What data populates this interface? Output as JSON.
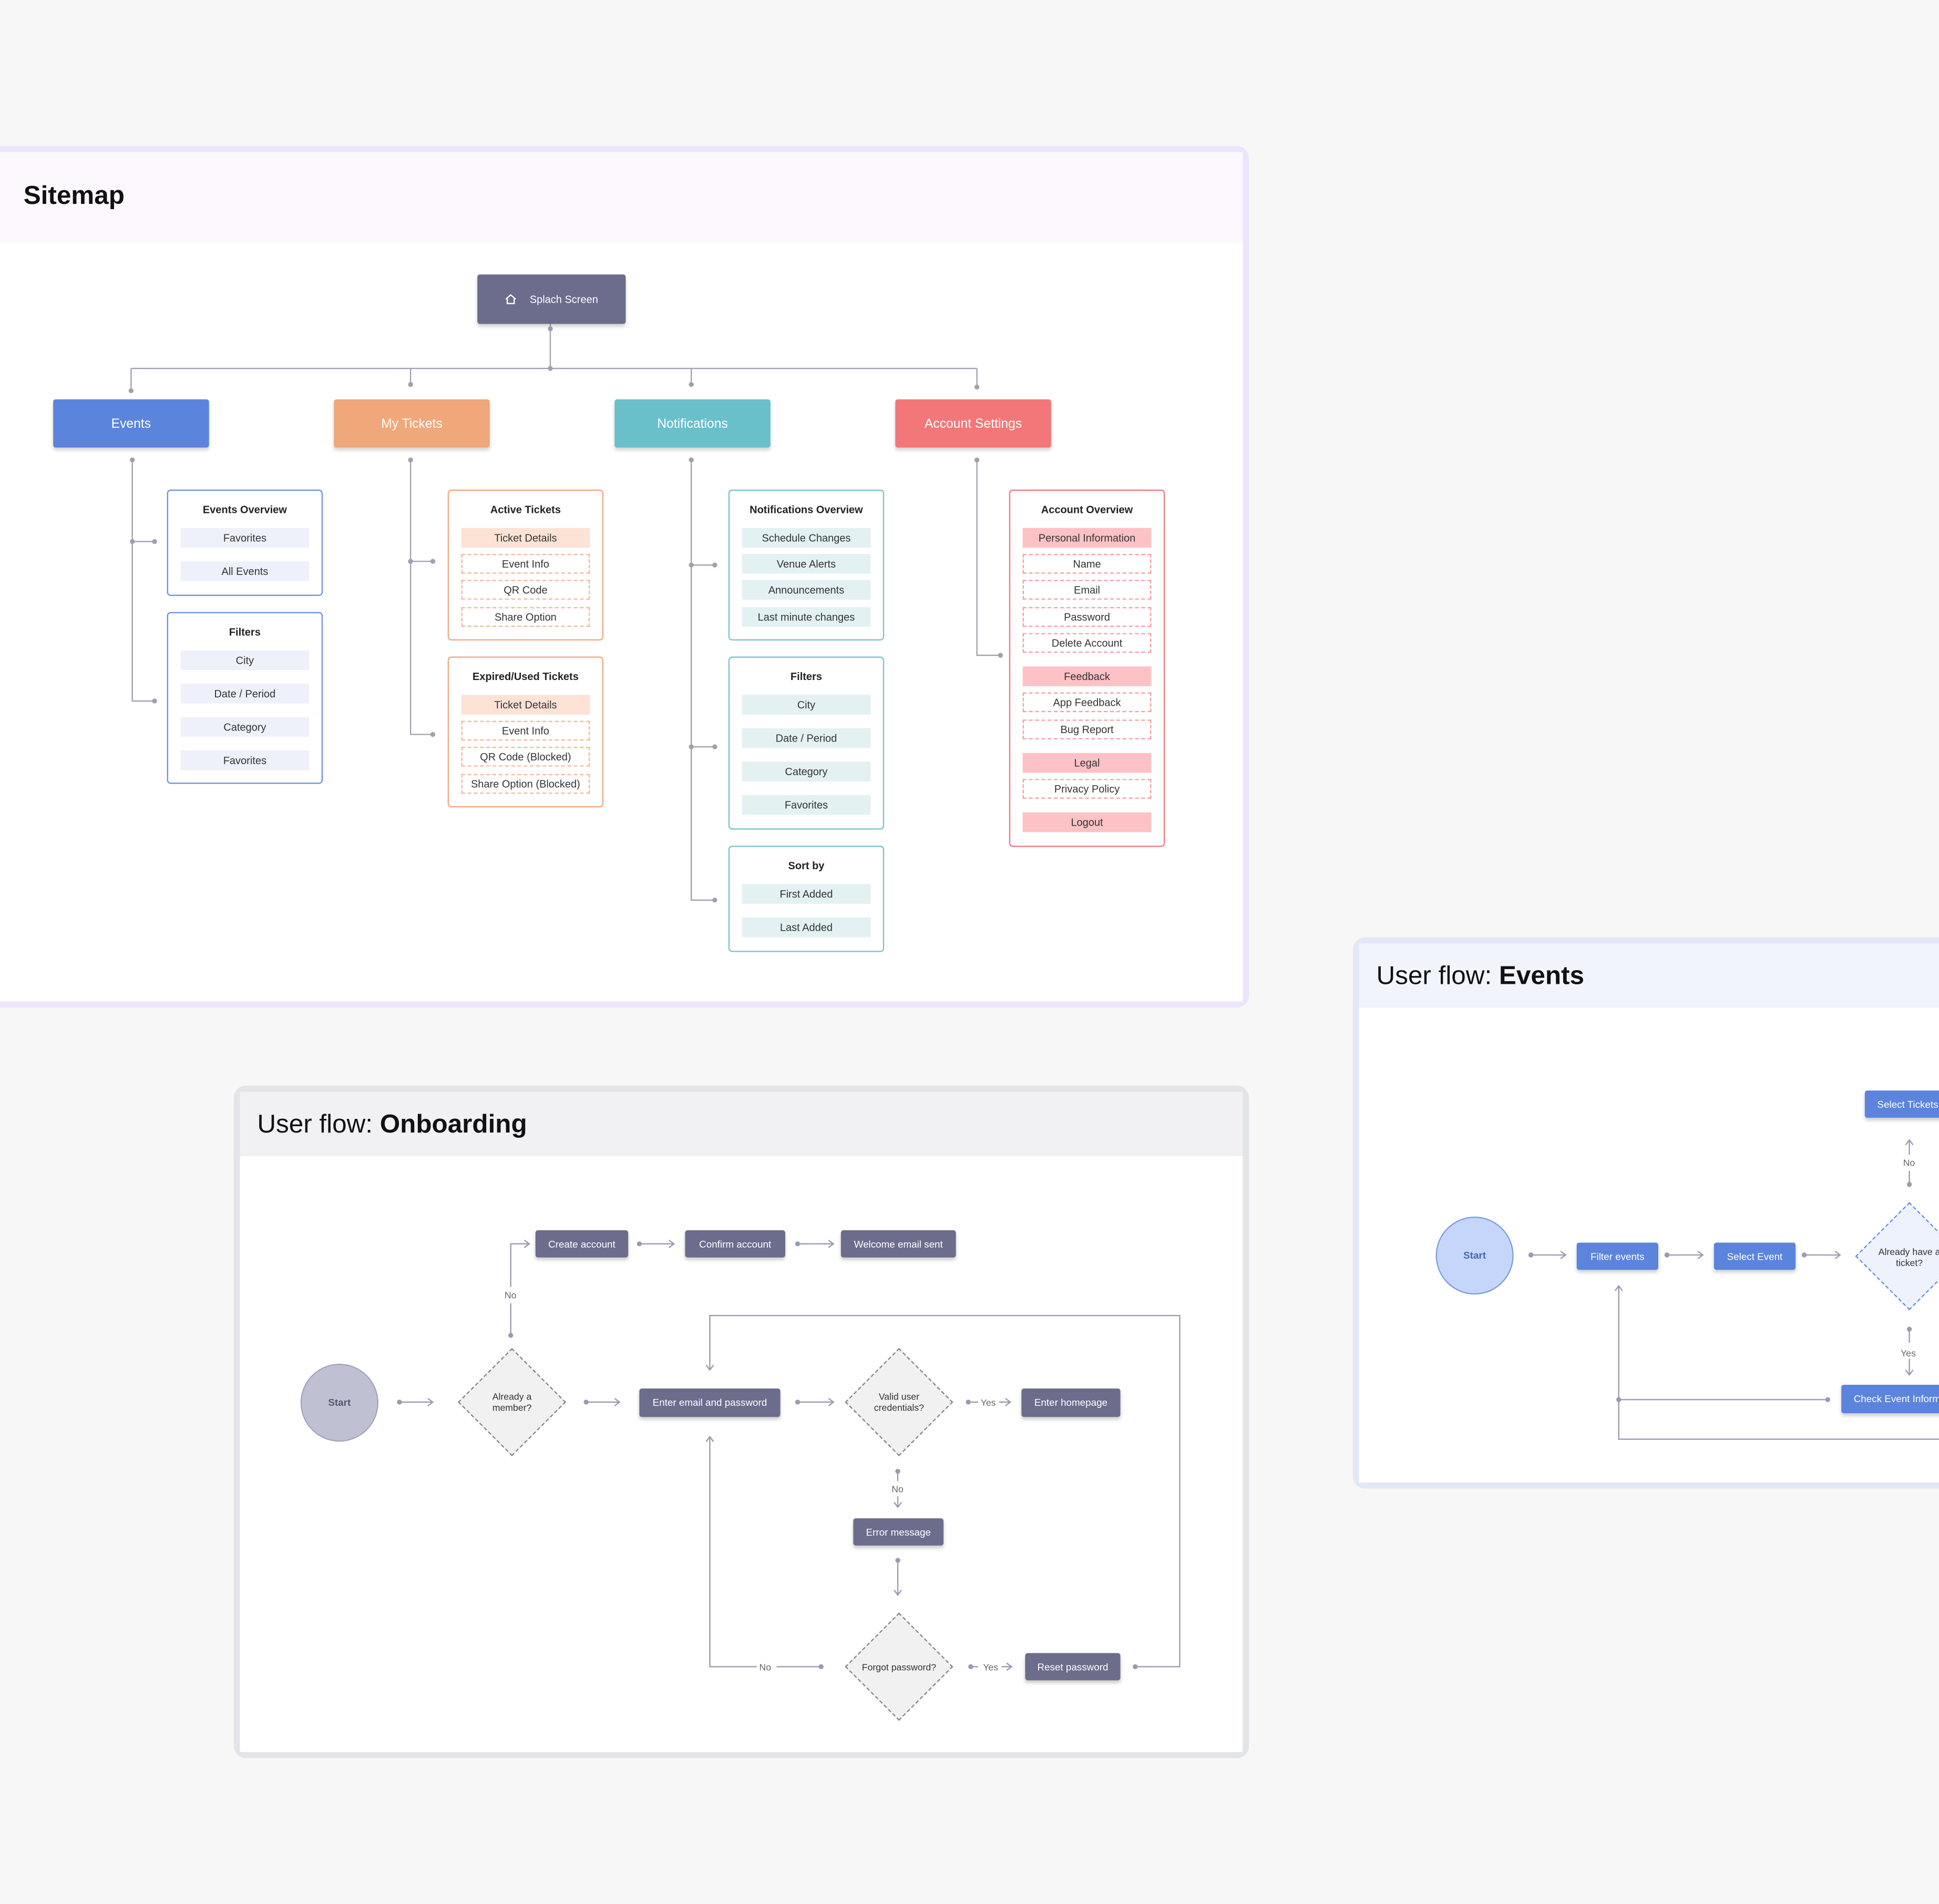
{
  "sitemap": {
    "title": "Sitemap",
    "root": "Splach Screen",
    "sections": [
      {
        "label": "Events",
        "color": "#5b84dd",
        "cards": [
          {
            "title": "Events Overview",
            "items": [
              "Favorites",
              "All Events"
            ]
          },
          {
            "title": "Filters",
            "items": [
              "City",
              "Date / Period",
              "Category",
              "Favorites"
            ]
          }
        ]
      },
      {
        "label": "My Tickets",
        "color": "#f0a779",
        "cards": [
          {
            "title": "Active Tickets",
            "items": [
              "Ticket Details",
              "Event Info",
              "QR Code",
              "Share Option"
            ]
          },
          {
            "title": "Expired/Used Tickets",
            "items": [
              "Ticket Details",
              "Event Info",
              "QR Code (Blocked)",
              "Share Option (Blocked)"
            ]
          }
        ]
      },
      {
        "label": "Notifications",
        "color": "#69c0ca",
        "cards": [
          {
            "title": "Notifications Overview",
            "items": [
              "Schedule Changes",
              "Venue Alerts",
              "Announcements",
              "Last minute changes"
            ]
          },
          {
            "title": "Filters",
            "items": [
              "City",
              "Date / Period",
              "Category",
              "Favorites"
            ]
          },
          {
            "title": "Sort by",
            "items": [
              "First Added",
              "Last Added"
            ]
          }
        ]
      },
      {
        "label": "Account Settings",
        "color": "#f37778",
        "cards": [
          {
            "title": "Account Overview",
            "items": [
              "Personal Information",
              "Name",
              "Email",
              "Password",
              "Delete Account",
              "Feedback",
              "App Feedback",
              "Bug Report",
              "Legal",
              "Privacy Policy",
              "Logout"
            ]
          }
        ]
      }
    ]
  },
  "onboarding": {
    "title_prefix": "User flow: ",
    "title_bold": "Onboarding",
    "start": "Start",
    "already_member": "Already a member?",
    "create_account": "Create account",
    "confirm_account": "Confirm account",
    "welcome_email": "Welcome email sent",
    "enter_email": "Enter email and password",
    "valid_credentials": "Valid user credentials?",
    "enter_homepage": "Enter homepage",
    "error_message": "Error message",
    "forgot_password": "Forgot password?",
    "reset_password": "Reset password",
    "yes": "Yes",
    "no": "No"
  },
  "events_flow": {
    "title_prefix": "User flow: ",
    "title_bold": "Events",
    "start": "Start",
    "filter_events": "Filter events",
    "select_event": "Select Event",
    "already_ticket": "Already have a ticket?",
    "select_tickets": "Select Tickets",
    "check_event_info": "Check Event Inform",
    "yes": "Yes",
    "no": "No"
  },
  "colors": {
    "root_box": "#6c6d8c",
    "flow_box": "#6c6d8c",
    "events_flow_box": "#5b84dd",
    "connector": "#a0a0b0",
    "sitemap_frame": "#ece5fb",
    "onboarding_frame": "#e3e4e8",
    "events_frame": "#e2e8f5"
  }
}
